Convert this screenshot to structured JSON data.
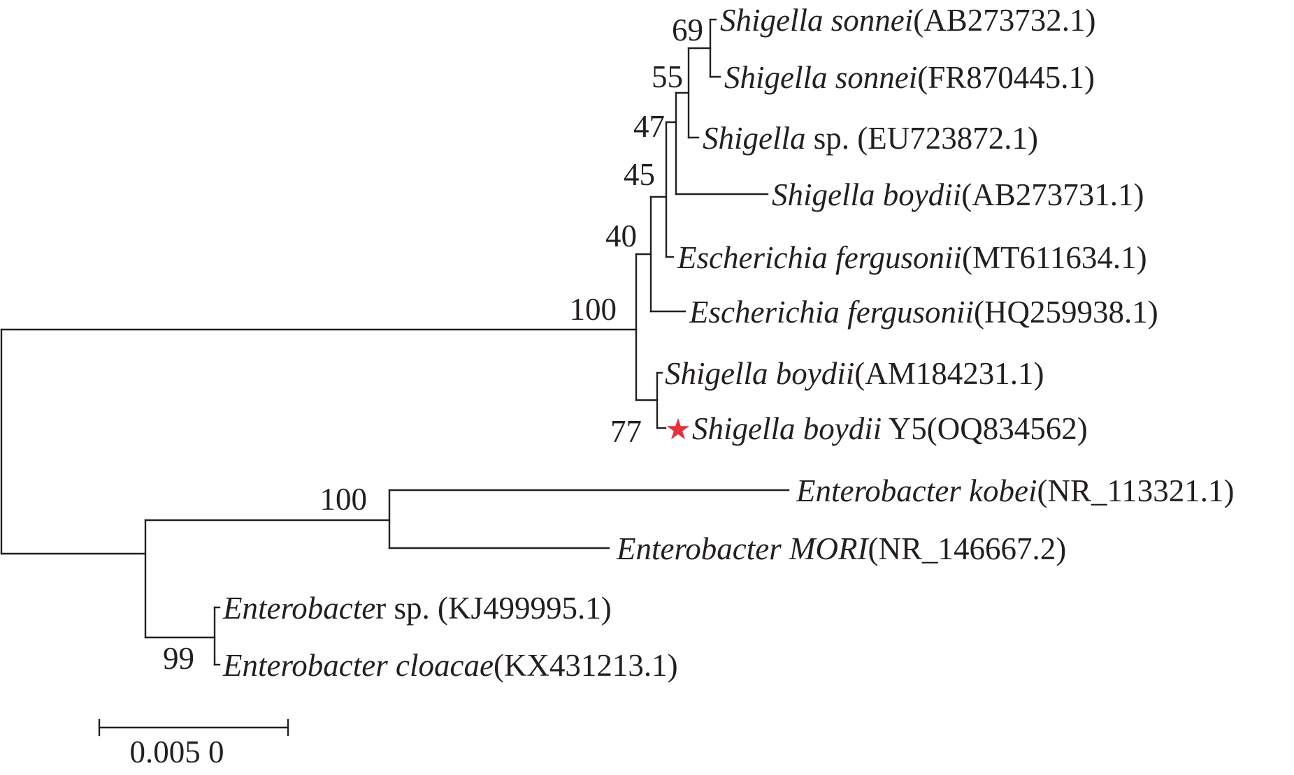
{
  "tree": {
    "leaves": [
      {
        "id": "s_sonnei_1",
        "parts": [
          {
            "t": "Shigella sonnei",
            "i": true
          },
          {
            "t": "(AB273732.1)",
            "i": false
          }
        ],
        "marker": false
      },
      {
        "id": "s_sonnei_2",
        "parts": [
          {
            "t": "Shigella sonnei",
            "i": true
          },
          {
            "t": "(FR870445.1)",
            "i": false
          }
        ],
        "marker": false
      },
      {
        "id": "s_sp",
        "parts": [
          {
            "t": "Shigella",
            "i": true
          },
          {
            "t": " sp. (EU723872.1)",
            "i": false
          }
        ],
        "marker": false
      },
      {
        "id": "s_boydii_1",
        "parts": [
          {
            "t": "Shigella boydii",
            "i": true
          },
          {
            "t": "(AB273731.1)",
            "i": false
          }
        ],
        "marker": false
      },
      {
        "id": "e_ferg_1",
        "parts": [
          {
            "t": "Escherichia fergusonii",
            "i": true
          },
          {
            "t": "(MT611634.1)",
            "i": false
          }
        ],
        "marker": false
      },
      {
        "id": "e_ferg_2",
        "parts": [
          {
            "t": "Escherichia fergusonii",
            "i": true
          },
          {
            "t": "(HQ259938.1)",
            "i": false
          }
        ],
        "marker": false
      },
      {
        "id": "s_boydii_2",
        "parts": [
          {
            "t": "Shigella boydii",
            "i": true
          },
          {
            "t": "(AM184231.1)",
            "i": false
          }
        ],
        "marker": false
      },
      {
        "id": "s_boydii_y5",
        "parts": [
          {
            "t": "Shigella boydii",
            "i": true
          },
          {
            "t": " Y5(OQ834562)",
            "i": false
          }
        ],
        "marker": true
      },
      {
        "id": "ent_kobei",
        "parts": [
          {
            "t": "Enterobacter kobei",
            "i": true
          },
          {
            "t": "(NR_113321.1)",
            "i": false
          }
        ],
        "marker": false
      },
      {
        "id": "ent_mori",
        "parts": [
          {
            "t": "Enterobacter MORI",
            "i": true
          },
          {
            "t": "(NR_146667.2)",
            "i": false
          }
        ],
        "marker": false
      },
      {
        "id": "ent_sp",
        "parts": [
          {
            "t": "Enterobacte",
            "i": true
          },
          {
            "t": "r sp. (KJ499995.1)",
            "i": false
          }
        ],
        "marker": false
      },
      {
        "id": "ent_cloacae",
        "parts": [
          {
            "t": "Enterobacter cloacae",
            "i": true
          },
          {
            "t": "(KX431213.1)",
            "i": false
          }
        ],
        "marker": false
      }
    ],
    "support_values": [
      "69",
      "55",
      "47",
      "45",
      "40",
      "100",
      "77",
      "100",
      "99"
    ],
    "marker_symbol": "★",
    "marker_color": "#e8303a",
    "line_color": "#231f20"
  },
  "scale_bar": {
    "label": "0.005 0"
  }
}
